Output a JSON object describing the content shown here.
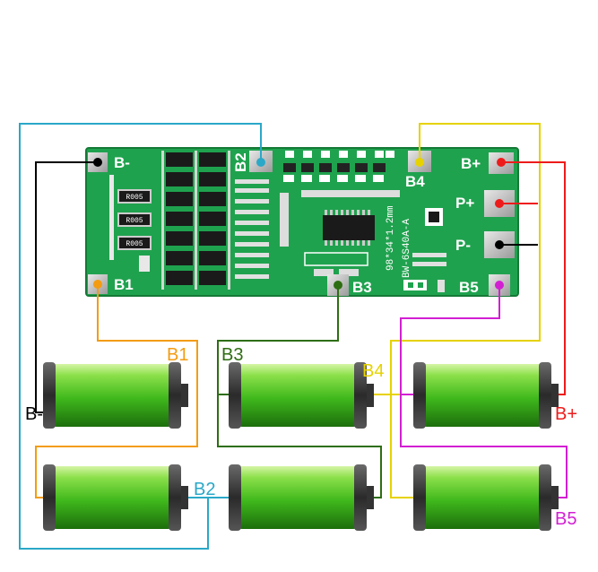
{
  "board": {
    "model": "BW-6S40A-A",
    "size": "98*34*1.2mm",
    "resistors": [
      "R005",
      "R005",
      "R005"
    ]
  },
  "pads": {
    "b_minus": "B-",
    "b1": "B1",
    "b2": "B2",
    "b3": "B3",
    "b4": "B4",
    "b5": "B5",
    "b_plus": "B+",
    "p_plus": "P+",
    "p_minus": "P-"
  },
  "wire_labels": {
    "b_minus": "B-",
    "b1": "B1",
    "b2": "B2",
    "b3": "B3",
    "b4": "B4",
    "b5": "B5",
    "b_plus": "B+"
  },
  "colors": {
    "b_minus": "#000000",
    "b1": "#f39c12",
    "b2": "#2aa8c8",
    "b3": "#2e6e12",
    "b4": "#e6d200",
    "b5": "#d21fd2",
    "b_plus": "#ee1b1b",
    "pcb": "#1fa24e"
  }
}
